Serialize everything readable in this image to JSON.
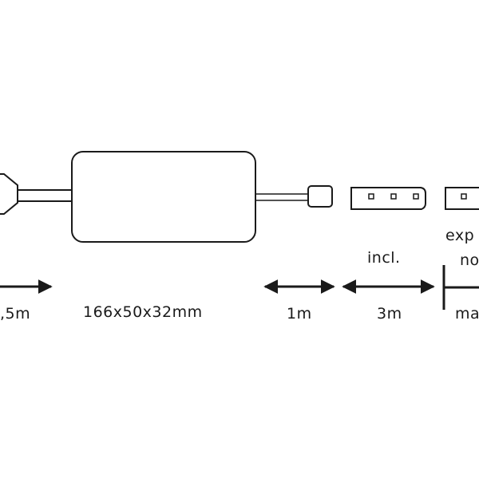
{
  "colors": {
    "stroke": "#1a1a1a",
    "background": "#ffffff"
  },
  "labels": {
    "cable_length": ",5m",
    "driver_dims": "166x50x32mm",
    "connector_cable": "1m",
    "strip_included_note": "incl.",
    "strip_length": "3m",
    "expansion_top": "exp",
    "expansion_mid": "no",
    "expansion_bottom": "ma"
  }
}
